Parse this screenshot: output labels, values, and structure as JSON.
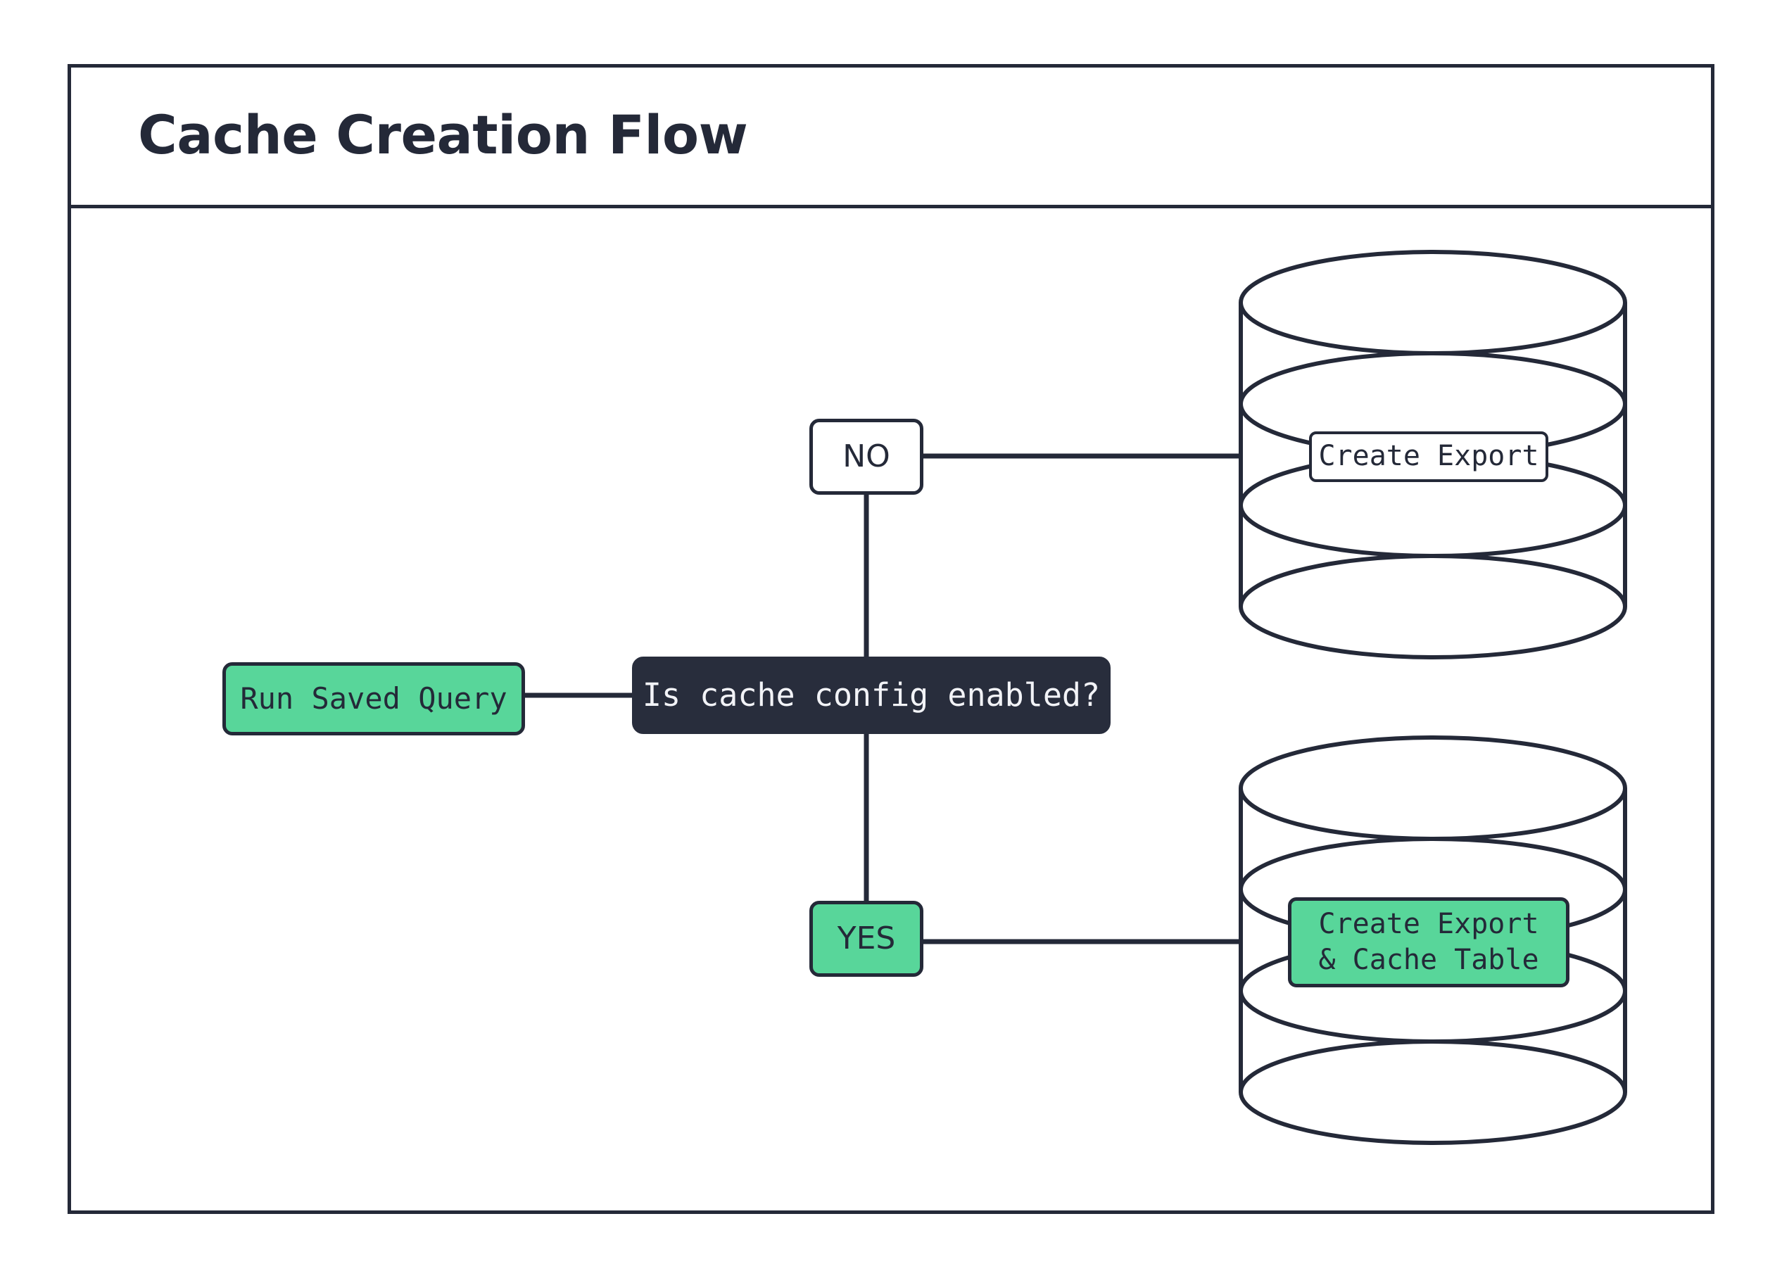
{
  "header": {
    "title": "Cache Creation Flow"
  },
  "colors": {
    "ink": "#242938",
    "decision_fill": "#282d3c",
    "decision_text": "#f2f3f7",
    "accent_green": "#58d69a",
    "canvas": "#ffffff"
  },
  "diagram": {
    "type": "flowchart",
    "nodes": [
      {
        "id": "run-saved-query",
        "label": "Run Saved Query",
        "shape": "rounded-rect",
        "fill": "#58d69a",
        "font": "mono"
      },
      {
        "id": "cache-config-decision",
        "label": "Is cache config enabled?",
        "shape": "rounded-rect",
        "fill": "#282d3c",
        "font": "mono"
      },
      {
        "id": "branch-no",
        "label": "NO",
        "shape": "rounded-rect",
        "fill": "#ffffff",
        "font": "sans"
      },
      {
        "id": "branch-yes",
        "label": "YES",
        "shape": "rounded-rect",
        "fill": "#58d69a",
        "font": "sans"
      },
      {
        "id": "database-top",
        "label": "Create Export",
        "shape": "cylinder",
        "fill": "#ffffff",
        "font": "mono"
      },
      {
        "id": "database-bottom",
        "label_line1": "Create Export",
        "label_line2": "& Cache Table",
        "shape": "cylinder",
        "fill": "#58d69a",
        "font": "mono"
      }
    ],
    "edges": [
      {
        "from": "run-saved-query",
        "to": "cache-config-decision"
      },
      {
        "from": "cache-config-decision",
        "to": "branch-no"
      },
      {
        "from": "cache-config-decision",
        "to": "branch-yes"
      },
      {
        "from": "branch-no",
        "to": "database-top"
      },
      {
        "from": "branch-yes",
        "to": "database-bottom"
      }
    ]
  }
}
